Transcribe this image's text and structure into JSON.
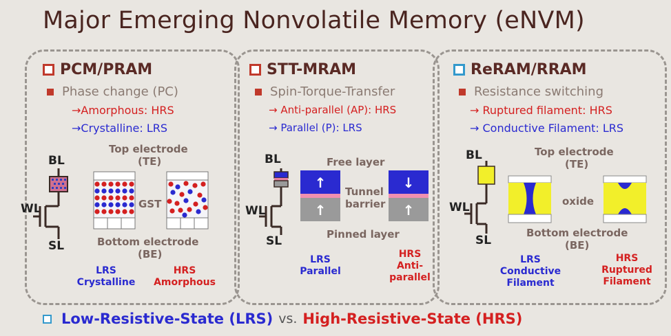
{
  "title": "Major Emerging Nonvolatile Memory (eNVM)",
  "panels": {
    "pcm": {
      "header": "PCM/PRAM",
      "subtitle": "Phase change (PC)",
      "line1": "→Amorphous: HRS",
      "line2": "→Crystalline: LRS",
      "top_electrode": "Top electrode",
      "top_abbr": "(TE)",
      "middle": "GST",
      "bottom_electrode": "Bottom electrode",
      "bottom_abbr": "(BE)",
      "bl": "BL",
      "wl": "WL",
      "sl": "SL",
      "lrs_label": "LRS",
      "lrs_desc": "Crystalline",
      "hrs_label": "HRS",
      "hrs_desc": "Amorphous"
    },
    "stt": {
      "header": "STT-MRAM",
      "subtitle": "Spin-Torque-Transfer",
      "line1": "→ Anti-parallel (AP): HRS",
      "line2": "→ Parallel (P): LRS",
      "free_layer": "Free layer",
      "tunnel1": "Tunnel",
      "tunnel2": "barrier",
      "pinned_layer": "Pinned layer",
      "bl": "BL",
      "wl": "WL",
      "sl": "SL",
      "lrs_label": "LRS",
      "lrs_desc": "Parallel",
      "hrs_label": "HRS",
      "hrs_desc1": "Anti-",
      "hrs_desc2": "parallel"
    },
    "reram": {
      "header": "ReRAM/RRAM",
      "subtitle": "Resistance switching",
      "line1": "→ Ruptured filament: HRS",
      "line2": "→ Conductive Filament: LRS",
      "top_electrode": "Top electrode",
      "top_abbr": "(TE)",
      "middle": "oxide",
      "bottom_electrode": "Bottom electrode",
      "bottom_abbr": "(BE)",
      "bl": "BL",
      "wl": "WL",
      "sl": "SL",
      "lrs_label": "LRS",
      "lrs_desc1": "Conductive",
      "lrs_desc2": "Filament",
      "hrs_label": "HRS",
      "hrs_desc1": "Ruptured",
      "hrs_desc2": "Filament"
    }
  },
  "bottom": {
    "lrs": "Low-Resistive-State (LRS)",
    "vs": "vs.",
    "hrs": "High-Resistive-State (HRS)"
  },
  "colors": {
    "red": "#d42020",
    "blue": "#2a2ad0",
    "title": "#4a2520",
    "yellow": "#f2ef2a"
  }
}
